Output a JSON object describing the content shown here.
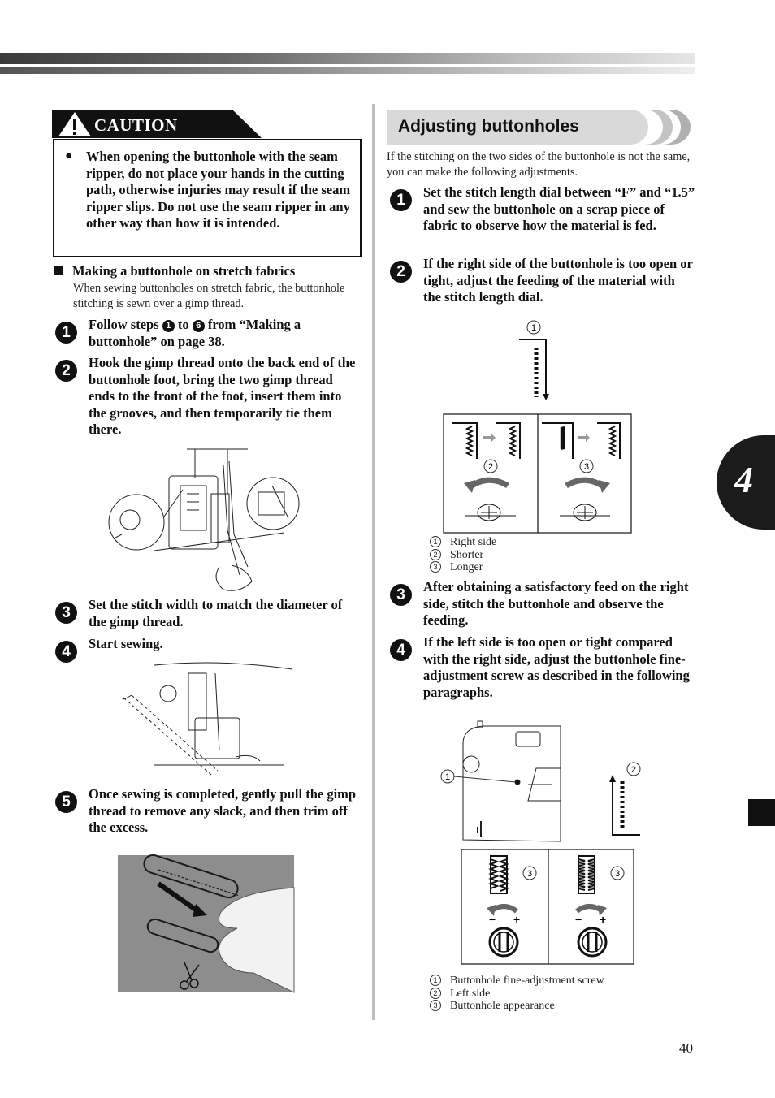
{
  "chapter": "4",
  "page_number": "40",
  "caution": {
    "title": "CAUTION",
    "bullet": "●",
    "text": "When opening the buttonhole with the seam ripper, do not place your hands in the cutting path, otherwise injuries may result if the seam ripper slips. Do not use the seam ripper in any other way than how it is intended."
  },
  "stretch": {
    "heading": "Making a buttonhole on stretch fabrics",
    "subtext": "When sewing buttonholes on stretch fabric, the buttonhole stitching is sewn over a gimp thread.",
    "steps": [
      {
        "num": "1",
        "pre": "Follow steps ",
        "ref1": "1",
        "mid": " to ",
        "ref2": "6",
        "post": " from “Making a buttonhole” on page 38."
      },
      {
        "num": "2",
        "text": "Hook the gimp thread onto the back end of the buttonhole foot, bring the two gimp thread ends to the front of the foot, insert them into the grooves, and then temporarily tie them there."
      },
      {
        "num": "3",
        "text": "Set the stitch width to match the diameter of the gimp thread."
      },
      {
        "num": "4",
        "text": "Start sewing."
      },
      {
        "num": "5",
        "text": "Once sewing is completed, gently pull the gimp thread to remove any slack, and then trim off the excess."
      }
    ]
  },
  "adjusting": {
    "title": "Adjusting buttonholes",
    "intro": "If the stitching on the two sides of the buttonhole is not the same, you can make the following adjustments.",
    "steps": [
      {
        "num": "1",
        "text": "Set the stitch length dial between “F” and “1.5” and sew the buttonhole on a scrap piece of fabric to observe how the material is fed."
      },
      {
        "num": "2",
        "text": "If the right side of the buttonhole is too open or tight, adjust the feeding of the material with the stitch length dial."
      },
      {
        "num": "3",
        "text": "After obtaining a satisfactory feed on the right side, stitch the buttonhole and observe the feeding."
      },
      {
        "num": "4",
        "text": "If the left side is too open or tight compared with the right side, adjust the buttonhole fine-adjustment screw as described in the following paragraphs."
      }
    ],
    "legend1": [
      {
        "n": "1",
        "label": "Right side"
      },
      {
        "n": "2",
        "label": "Shorter"
      },
      {
        "n": "3",
        "label": "Longer"
      }
    ],
    "legend2": [
      {
        "n": "1",
        "label": "Buttonhole fine-adjustment screw"
      },
      {
        "n": "2",
        "label": "Left side"
      },
      {
        "n": "3",
        "label": "Buttonhole appearance"
      }
    ],
    "callouts": {
      "one": "1",
      "two": "2",
      "three": "3"
    },
    "dial_minus": "−",
    "dial_plus": "+"
  }
}
